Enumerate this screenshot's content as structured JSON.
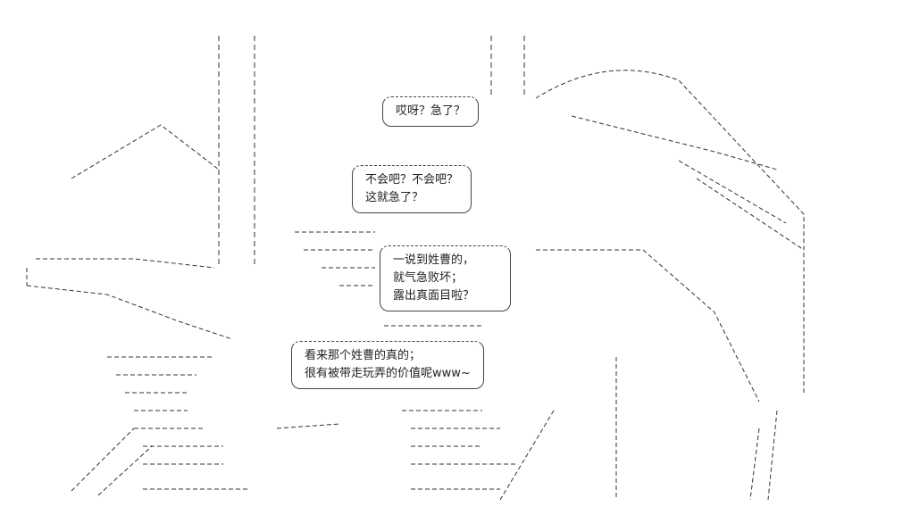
{
  "bubbles": [
    {
      "lines": [
        "哎呀？急了？"
      ]
    },
    {
      "lines": [
        "不会吧？不会吧？",
        "这就急了？"
      ]
    },
    {
      "lines": [
        "一说到姓曹的，",
        "就气急败坏；",
        "露出真面目啦？"
      ]
    },
    {
      "lines": [
        "看来那个姓曹的真的；",
        "很有被带走玩弄的价值呢www~"
      ]
    }
  ]
}
